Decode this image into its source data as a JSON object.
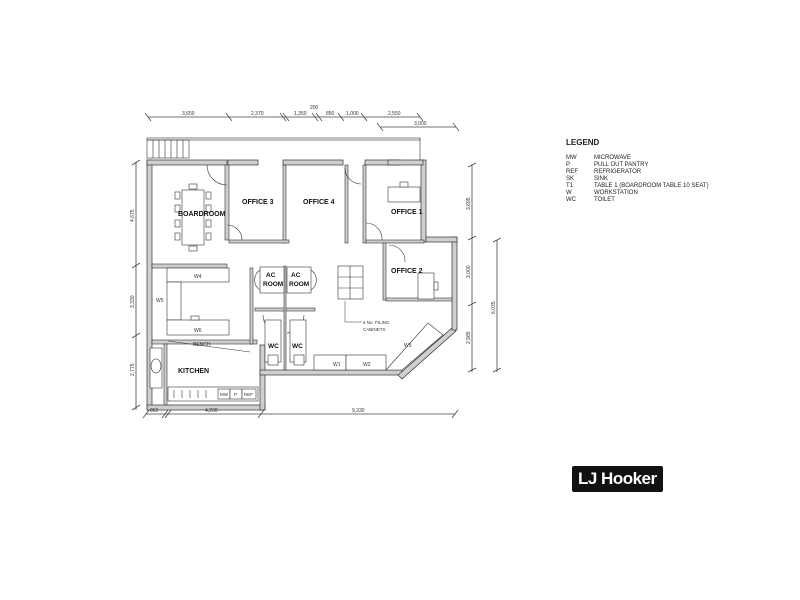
{
  "legend": {
    "title": "LEGEND",
    "items": [
      {
        "code": "MW",
        "desc": "MICROWAVE"
      },
      {
        "code": "P",
        "desc": "PULL OUT PANTRY"
      },
      {
        "code": "REF",
        "desc": "REFRIGERATOR"
      },
      {
        "code": "SK",
        "desc": "SINK"
      },
      {
        "code": "T1",
        "desc": "TABLE 1 (BOARDROOM TABLE 10 SEAT)"
      },
      {
        "code": "W",
        "desc": "WORKSTATION"
      },
      {
        "code": "WC",
        "desc": "TOILET"
      }
    ]
  },
  "rooms": {
    "boardroom": "BOARDROOM",
    "office3": "OFFICE 3",
    "office4": "OFFICE 4",
    "office1": "OFFICE 1",
    "office2": "OFFICE 2",
    "ac": "AC",
    "room": "ROOM",
    "wc": "WC",
    "kitchen": "KITCHEN",
    "bench": "BENCH"
  },
  "fixtures": {
    "w1": "W1",
    "w2": "W2",
    "w3": "W3",
    "w4": "W4",
    "w5": "W5",
    "w6": "W6",
    "mw": "MW",
    "p": "P",
    "ref": "REF",
    "filing_line1": "6 No. FILING",
    "filing_line2": "CABINETS"
  },
  "dimensions": {
    "top": [
      "3,650",
      "2,370",
      "1,350",
      "200",
      "850",
      "1,000",
      "2,550"
    ],
    "top_second": "3,000",
    "left": [
      "4,675",
      "3,330",
      "2,775"
    ],
    "right": [
      "3,695",
      "3,000",
      "2,985"
    ],
    "right_total": "6,035",
    "bottom": [
      "860",
      "4,200",
      "9,330"
    ]
  },
  "brand": {
    "logo_text": "LJ Hooker"
  }
}
